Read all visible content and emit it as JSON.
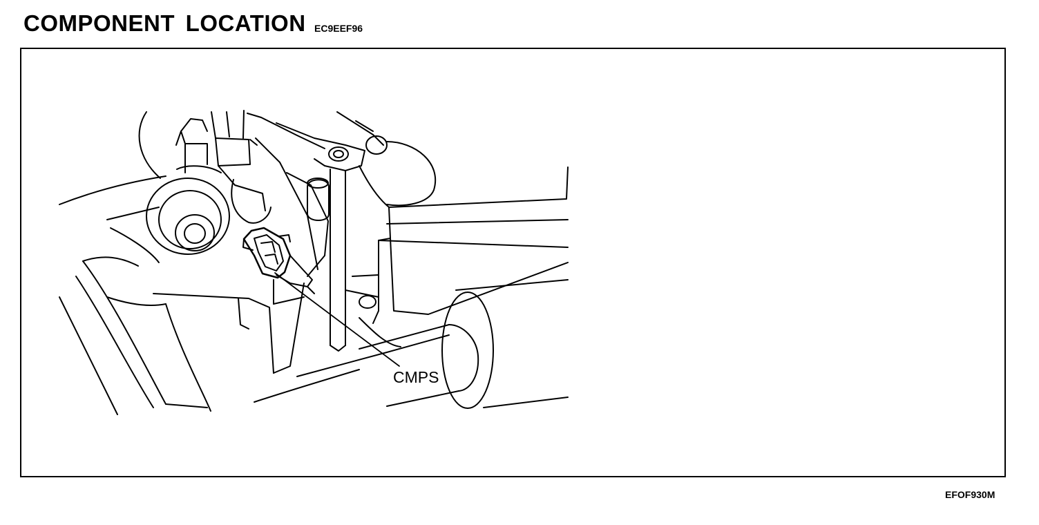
{
  "header": {
    "title": "COMPONENT LOCATION",
    "section_code": "EC9EEF96"
  },
  "figure": {
    "callouts": [
      {
        "label": "CMPS"
      }
    ],
    "figure_code": "EFOF930M"
  }
}
